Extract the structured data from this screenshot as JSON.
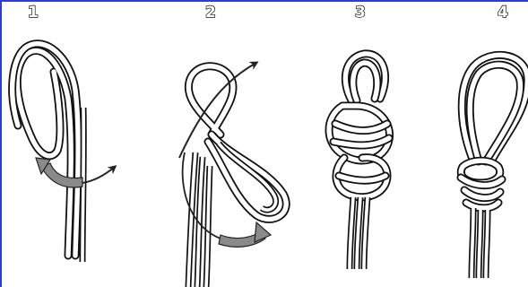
{
  "steps": [
    {
      "label": "1"
    },
    {
      "label": "2"
    },
    {
      "label": "3"
    },
    {
      "label": "4"
    }
  ],
  "colors": {
    "frame": "#2b3fd6",
    "rope_outline": "#111111",
    "rope_fill": "#ffffff",
    "arrow_band": "#8a8a8a",
    "arrow_line": "#222222"
  }
}
